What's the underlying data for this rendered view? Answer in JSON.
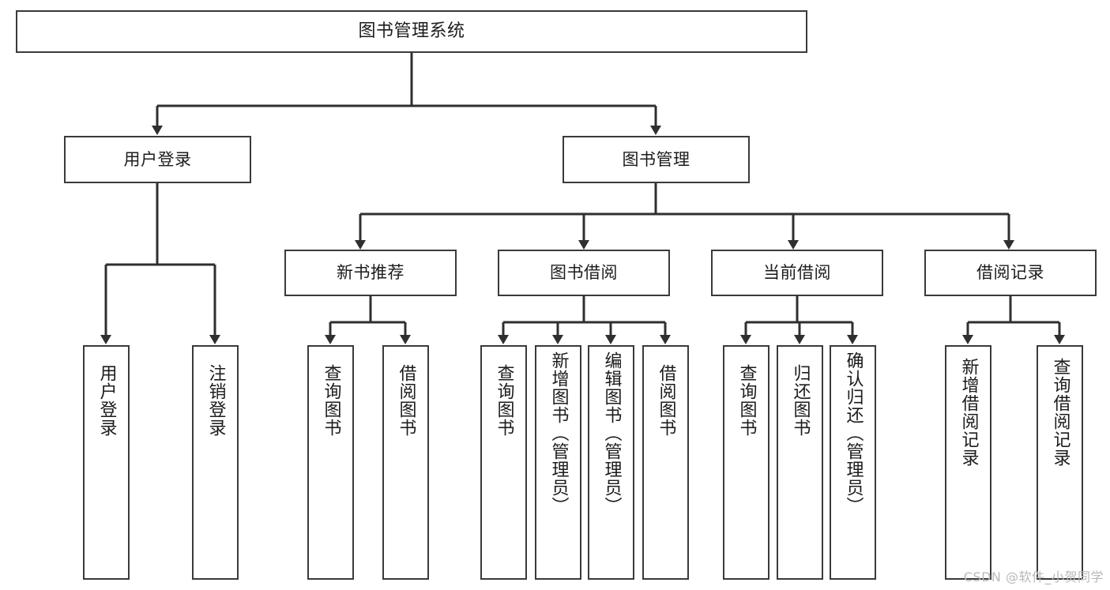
{
  "diagram": {
    "title": "图书管理系统",
    "type": "hierarchy-tree",
    "watermark": "CSDN @软件_小贺同学",
    "style": {
      "background": "#ffffff",
      "border_color": "#3a3a3a",
      "text_color": "#1c1c1c",
      "watermark_color": "#b9b9b9"
    },
    "root": {
      "label": "图书管理系统"
    },
    "level2": [
      {
        "id": "user-login",
        "label": "用户登录"
      },
      {
        "id": "book-management",
        "label": "图书管理"
      }
    ],
    "level3": [
      {
        "id": "new-book-recommend",
        "label": "新书推荐"
      },
      {
        "id": "book-borrow",
        "label": "图书借阅"
      },
      {
        "id": "current-borrow",
        "label": "当前借阅"
      },
      {
        "id": "borrow-record",
        "label": "借阅记录"
      }
    ],
    "leaves": {
      "user_login": [
        {
          "id": "leaf-user-login",
          "label": "用户登录"
        },
        {
          "id": "leaf-logout",
          "label": "注销登录"
        }
      ],
      "new_book_recommend": [
        {
          "id": "leaf-query-book-1",
          "label": "查询图书"
        },
        {
          "id": "leaf-borrow-book-1",
          "label": "借阅图书"
        }
      ],
      "book_borrow": [
        {
          "id": "leaf-query-book-2",
          "label": "查询图书"
        },
        {
          "id": "leaf-add-book",
          "label": "新增图书（管理员）"
        },
        {
          "id": "leaf-edit-book",
          "label": "编辑图书（管理员）"
        },
        {
          "id": "leaf-borrow-book-2",
          "label": "借阅图书"
        }
      ],
      "current_borrow": [
        {
          "id": "leaf-query-book-3",
          "label": "查询图书"
        },
        {
          "id": "leaf-return-book",
          "label": "归还图书"
        },
        {
          "id": "leaf-confirm-return",
          "label": "确认归还（管理员）"
        }
      ],
      "borrow_record": [
        {
          "id": "leaf-add-record",
          "label": "新增借阅记录"
        },
        {
          "id": "leaf-query-record",
          "label": "查询借阅记录"
        }
      ]
    }
  }
}
